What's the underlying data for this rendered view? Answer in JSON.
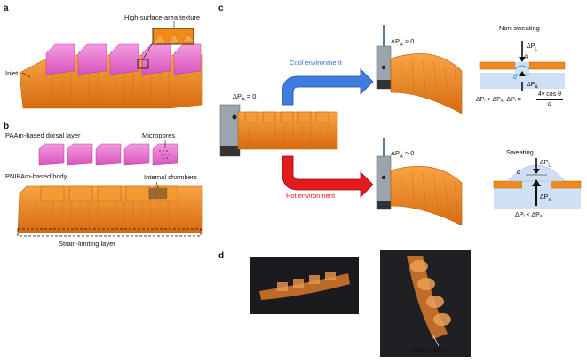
{
  "panels": {
    "a": "a",
    "b": "b",
    "c": "c",
    "d": "d"
  },
  "panel_a": {
    "inlet": "Inlet",
    "texture": "High-surface-area texture"
  },
  "panel_b": {
    "dorsal": "PAAm-based dorsal layer",
    "micropores": "Micropores",
    "body": "PNIPAm-based body",
    "chambers": "Internal chambers",
    "strain": "Strain-limiting layer"
  },
  "panel_c": {
    "dpa_zero": "ΔP",
    "dpa_zero_sub": "A",
    "dpa_zero_rest": " = 0",
    "cool": "Cool environment",
    "hot": "Hot environment",
    "top_dpa": "ΔP",
    "top_dpa_sub": "A",
    "top_dpa_rest": " > 0",
    "bot_dpa": "ΔP",
    "bot_dpa_sub": "A",
    "bot_dpa_rest": " > 0",
    "nonsweating": "Non-sweating",
    "sweating": "Sweating",
    "ns_pl": "ΔP",
    "ns_pl_sub": "L",
    "ns_pa": "ΔP",
    "ns_pa_sub": "A",
    "ns_theta": "θ",
    "ns_d": "d",
    "ns_formula": "ΔPₗ > ΔPₐ, ΔPₗ =",
    "ns_num": "4γ cos θ",
    "ns_den": "d",
    "sw_pl": "ΔP",
    "sw_pl_sub": "L",
    "sw_pa": "ΔP",
    "sw_pa_sub": "a",
    "sw_d": "d",
    "sw_formula": "ΔPₗ < ΔPₐ"
  },
  "panel_d": {
    "perspiration": "Perspiration"
  },
  "colors": {
    "orange": "#f08a1e",
    "orange_dark": "#c9620a",
    "pink": "#e86fcf",
    "blue_arrow": "#2f6fd1",
    "red_arrow": "#e3161b",
    "chamber_blue": "#cfe0f5"
  }
}
